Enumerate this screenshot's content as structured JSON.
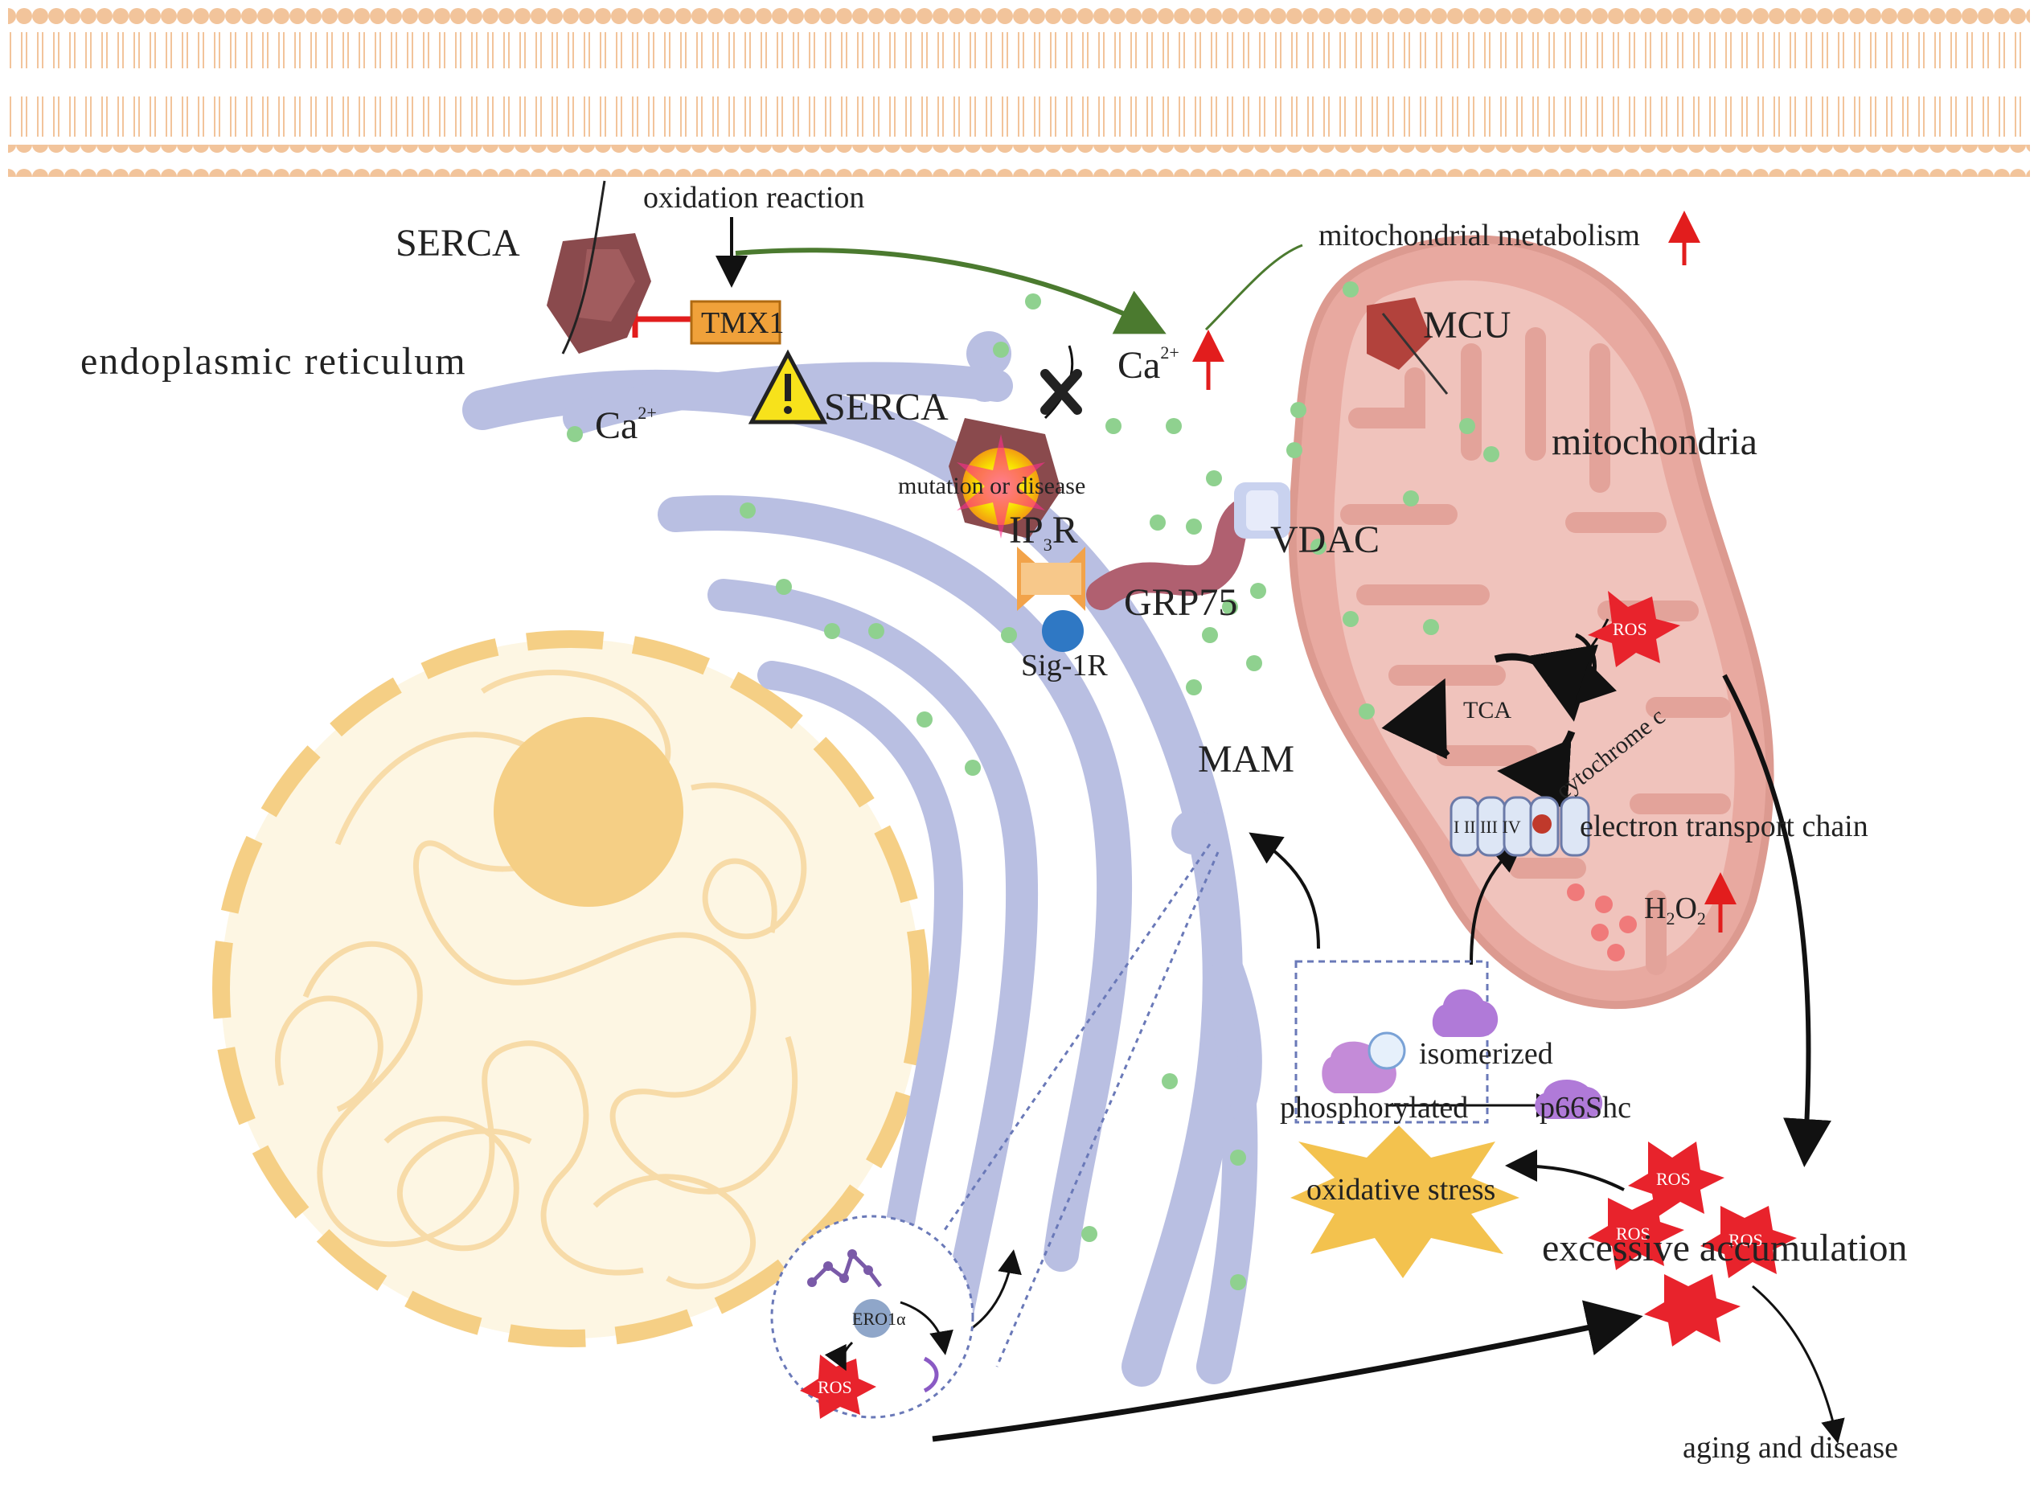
{
  "labels": {
    "oxidation_reaction": "oxidation reaction",
    "serca_top": "SERCA",
    "endoplasmic_reticulum": "endoplasmic reticulum",
    "tmx1": "TMX1",
    "ca_er": "Ca",
    "ca_er_sup": "2+",
    "serca_mid": "SERCA",
    "mutation_or_disease": "mutation or disease",
    "ip3r_main": "IP",
    "ip3r_sub": "3",
    "ip3r_tail": "R",
    "sig1r": "Sig-1R",
    "grp75": "GRP75",
    "vdac": "VDAC",
    "ca_cyto": "Ca",
    "ca_cyto_sup": "2+",
    "mito_metabolism": "mitochondrial metabolism",
    "mcu": "MCU",
    "mitochondria": "mitochondria",
    "ros_mito": "ROS",
    "tca": "TCA",
    "cytochrome_c": "cytochrome c",
    "complexes": "I II III IV",
    "etc": "electron transport chain",
    "h2o2_main": "H",
    "h2o2_sub1": "2",
    "h2o2_mid": "O",
    "h2o2_sub2": "2",
    "mam": "MAM",
    "isomerized": "isomerized",
    "phosphorylated": "phosphorylated",
    "p66shc": "p66Shc",
    "oxidative_stress": "oxidative stress",
    "ros_acc_1": "ROS",
    "ros_acc_2": "ROS",
    "ros_acc_3": "ROS",
    "excessive_accumulation": "excessive accumulation",
    "ero1a": "ERO1α",
    "ros_inset": "ROS",
    "aging_and_disease": "aging and disease"
  },
  "colors": {
    "membrane": "#f2c49b",
    "er": "#b9bfe2",
    "nucleus": "#f5cf85",
    "mito": "#e8a9a0",
    "calcium": "#8fd18f",
    "ros": "#e8232c",
    "up_arrow": "#e21d1d"
  }
}
